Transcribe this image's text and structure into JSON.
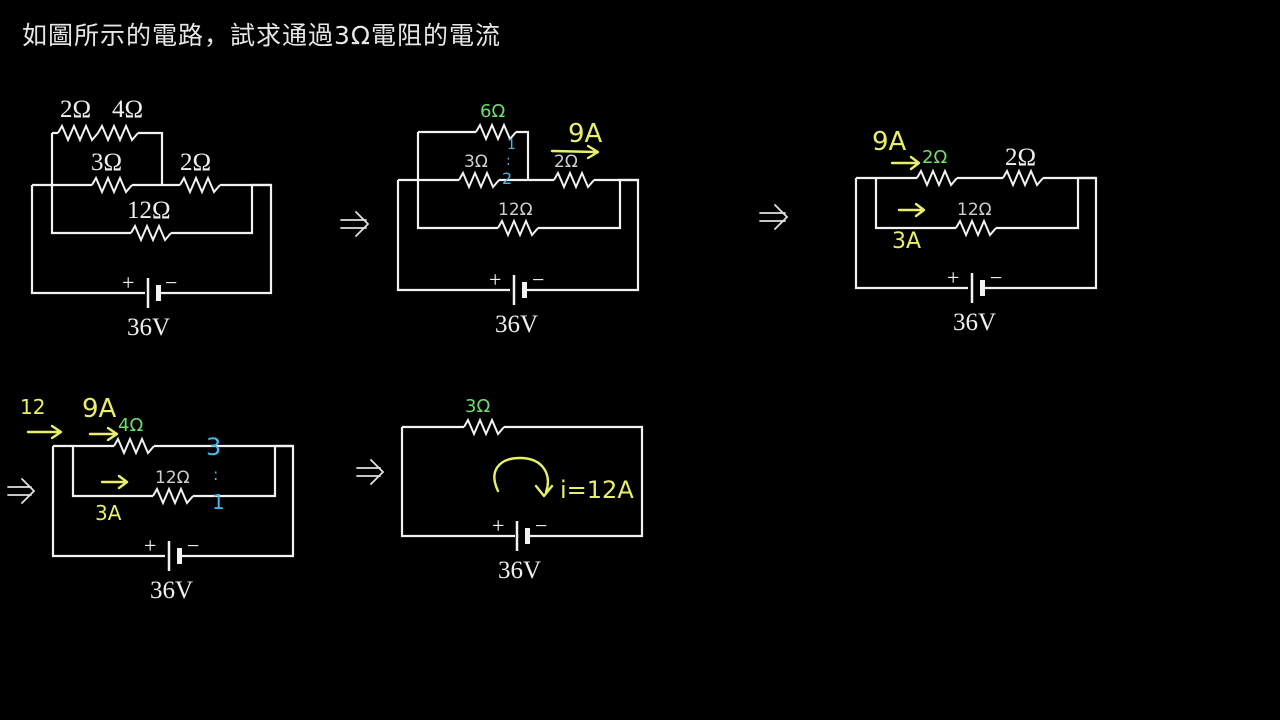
{
  "title": "如圖所示的電路，試求通過3Ω電阻的電流",
  "colors": {
    "background": "#000000",
    "wire": "#f2f2f2",
    "highlight_green": "#6fdc6f",
    "annotation_yellow": "#e8f06a",
    "annotation_blue": "#48b8e8"
  },
  "step_arrow_icon": "double-arrow-right-icon",
  "circuits": [
    {
      "id": "original",
      "battery": {
        "voltage": "36V",
        "plus": "+",
        "minus": "−"
      },
      "resistors": {
        "top_left": "2Ω",
        "top_right": "4Ω",
        "middle_left": "3Ω",
        "middle_right": "2Ω",
        "bottom": "12Ω"
      }
    },
    {
      "id": "step1",
      "battery": {
        "voltage": "36V",
        "plus": "+",
        "minus": "−"
      },
      "resistors": {
        "top": "6Ω",
        "middle_left": "3Ω",
        "middle_right": "2Ω",
        "bottom": "12Ω"
      },
      "annotations": {
        "current": "9A",
        "ratio_top": "1",
        "ratio_mid": ":",
        "ratio_bottom": "2"
      }
    },
    {
      "id": "step2",
      "battery": {
        "voltage": "36V",
        "plus": "+",
        "minus": "−"
      },
      "resistors": {
        "left": "2Ω",
        "right": "2Ω",
        "bottom": "12Ω"
      },
      "annotations": {
        "top_current": "9A",
        "bottom_current": "3A"
      }
    },
    {
      "id": "step3",
      "battery": {
        "voltage": "36V",
        "plus": "+",
        "minus": "−"
      },
      "resistors": {
        "top": "4Ω",
        "bottom": "12Ω"
      },
      "annotations": {
        "total_current": "12",
        "top_current": "9A",
        "bottom_current": "3A",
        "ratio_top": "3",
        "ratio_mid": ":",
        "ratio_bottom": "1"
      }
    },
    {
      "id": "step4",
      "battery": {
        "voltage": "36V",
        "plus": "+",
        "minus": "−"
      },
      "resistors": {
        "top": "3Ω"
      },
      "annotations": {
        "loop_current": "i=12A"
      }
    }
  ]
}
